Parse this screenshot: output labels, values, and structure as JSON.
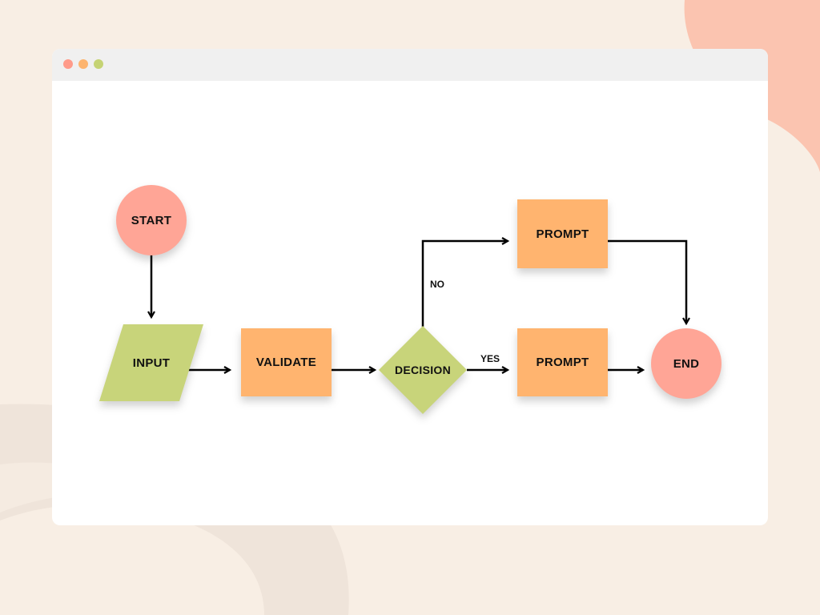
{
  "colors": {
    "background": "#f8eee4",
    "decor_pink": "#fbc4b0",
    "decor_beige": "#efe4da",
    "window": "#ffffff",
    "titlebar": "#f0f0f0",
    "dot_red": "#ff9b8a",
    "dot_orange": "#fdb46e",
    "dot_green": "#c5d374",
    "terminal": "#ffa596",
    "io": "#c8d47a",
    "process": "#ffb46f",
    "decision": "#c8d47a",
    "arrow": "#000000"
  },
  "diagram": {
    "nodes": {
      "start": "START",
      "input": "INPUT",
      "validate": "VALIDATE",
      "decision": "DECISION",
      "prompt_no": "PROMPT",
      "prompt_yes": "PROMPT",
      "end": "END"
    },
    "edge_labels": {
      "no": "NO",
      "yes": "YES"
    }
  }
}
